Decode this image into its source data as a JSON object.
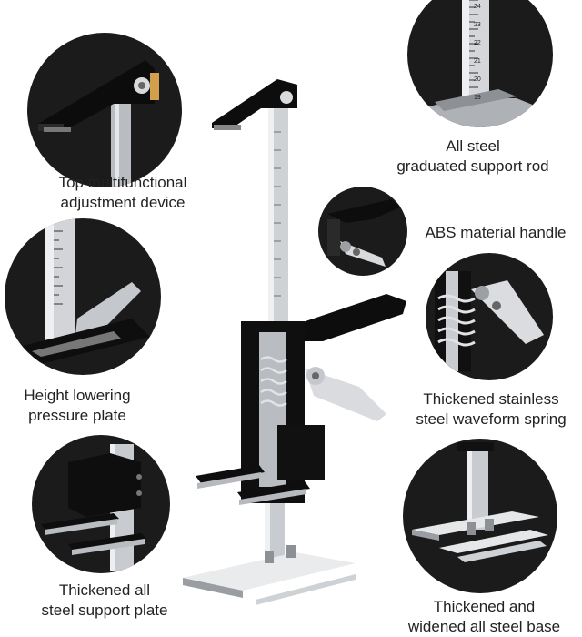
{
  "features": {
    "top_adjust": {
      "line1": "Top multifunctional",
      "line2": "adjustment device"
    },
    "support_rod": {
      "line1": "All steel",
      "line2": "graduated support rod"
    },
    "handle": {
      "line1": "ABS material handle"
    },
    "pressure_plate": {
      "line1": "Height lowering",
      "line2": "pressure plate"
    },
    "spring": {
      "line1": "Thickened stainless",
      "line2": "steel waveform spring"
    },
    "support_plate": {
      "line1": "Thickened all",
      "line2": "steel support plate"
    },
    "base": {
      "line1": "Thickened and",
      "line2": "widened all steel base"
    }
  },
  "ruler_marks": [
    "19",
    "20",
    "21",
    "22",
    "23",
    "24"
  ],
  "colors": {
    "circle_bg": "#1b1b1b",
    "steel": "#c9ccd0",
    "black_part": "#111111"
  }
}
